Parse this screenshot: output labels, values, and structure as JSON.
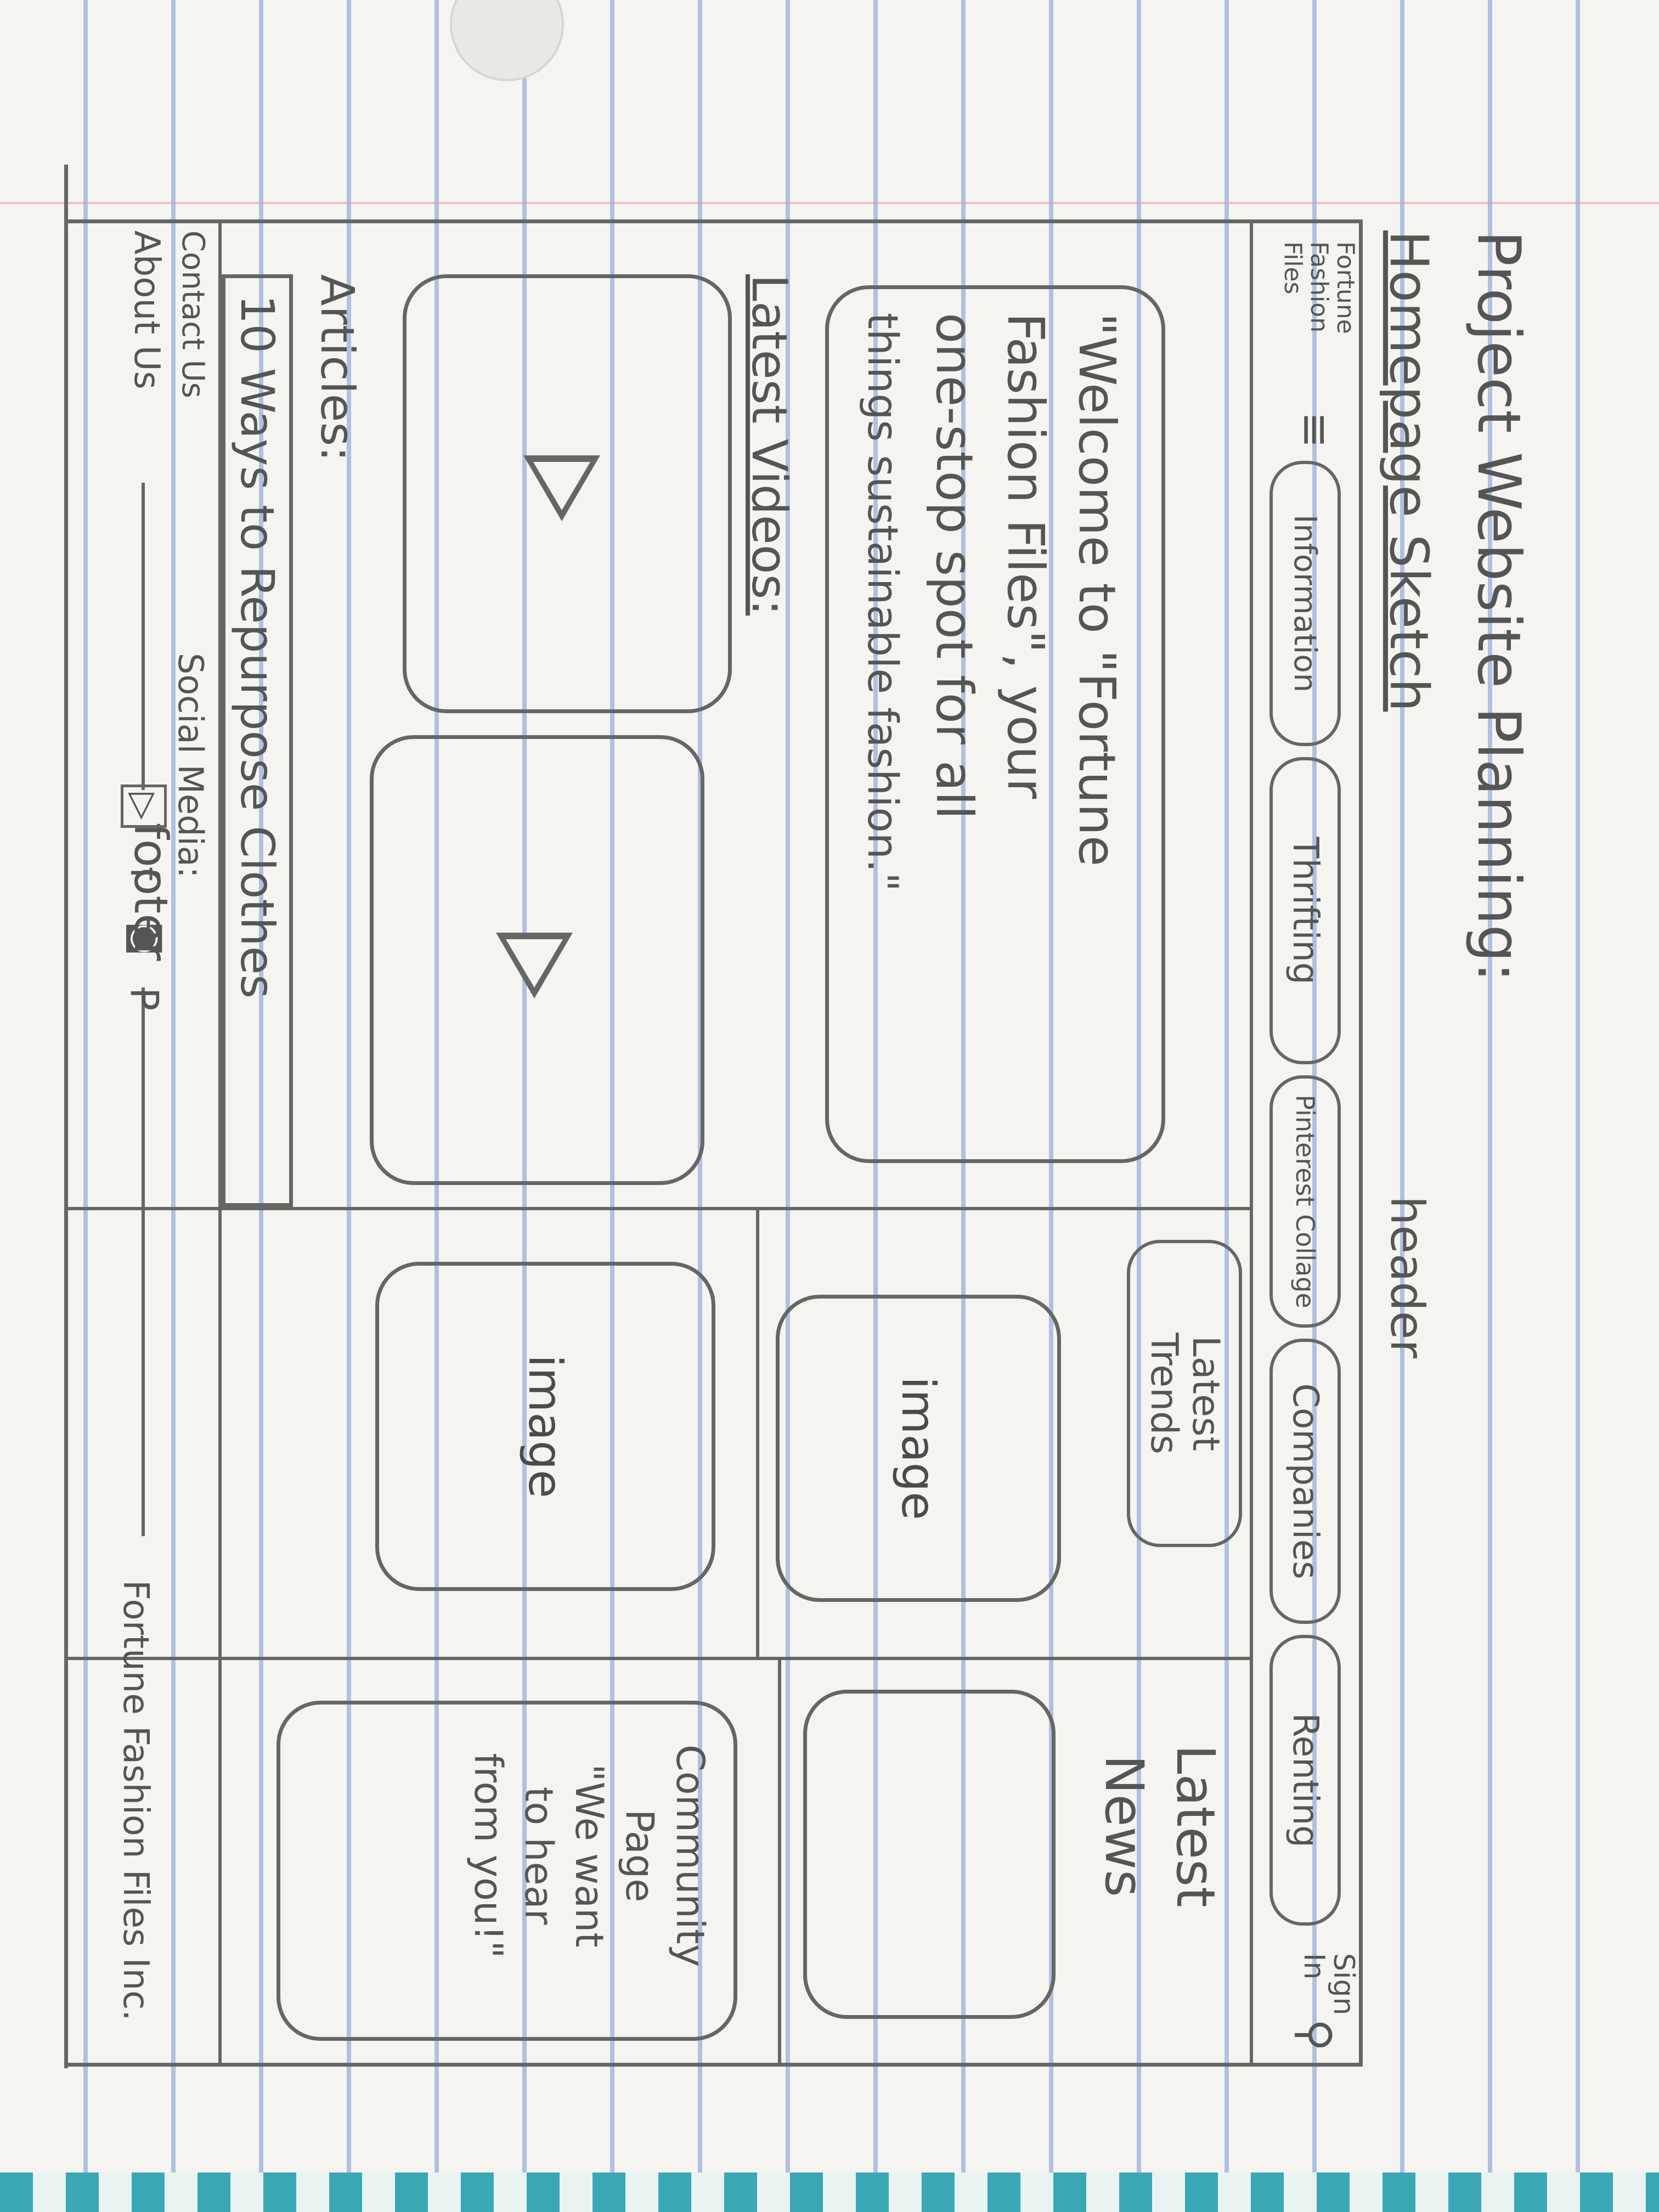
{
  "title": "Project Website Planning:",
  "subtitle": "Homepage Sketch",
  "callouts": {
    "header": "header",
    "footer": "footer"
  },
  "header": {
    "logo": [
      "Fortune",
      "Fashion",
      "Files"
    ],
    "menu_icon": "≡",
    "nav": [
      "Information",
      "Thrifting",
      "Pinterest Collage",
      "Companies",
      "Renting"
    ],
    "sign_in": [
      "Sign",
      "In"
    ]
  },
  "hero": {
    "lines": [
      "\"Welcome to \"Fortune",
      "Fashion Files\", your",
      "one-stop spot for all",
      "things sustainable fashion.\""
    ]
  },
  "latest_videos": {
    "label": "Latest Videos:"
  },
  "latest_trends": {
    "label": [
      "Latest",
      "Trends"
    ],
    "image1": "image",
    "image2": "image"
  },
  "latest_news": {
    "label": [
      "Latest",
      "News"
    ]
  },
  "community": {
    "lines": [
      "Community",
      "Page",
      "\"We want",
      "to hear",
      "from you!\""
    ]
  },
  "articles": {
    "label": "Articles:",
    "item": "10 Ways to Repurpose Clothes"
  },
  "footer": {
    "contact": "Contact Us",
    "about": "About Us",
    "social_label": "Social Media:",
    "social": [
      "▷",
      "f",
      "◙",
      "P"
    ],
    "copyright": "Fortune Fashion Files Inc."
  }
}
